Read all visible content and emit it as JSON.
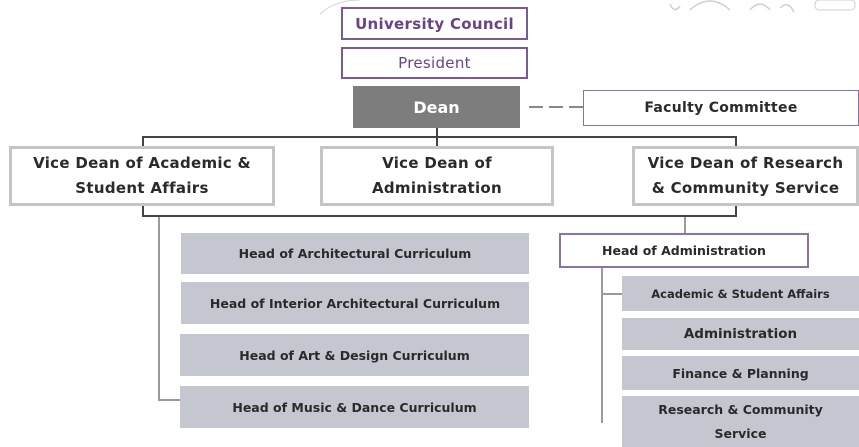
{
  "top_left_mark": "",
  "nodes": {
    "university_council": "University Council",
    "president": "President",
    "dean": "Dean",
    "faculty_committee": "Faculty Committee",
    "vice_dean_academic": [
      "Vice Dean of Academic &",
      "Student Affairs"
    ],
    "vice_dean_admin": [
      "Vice Dean of",
      "Administration"
    ],
    "vice_dean_research": [
      "Vice Dean of Research",
      "& Community Service"
    ],
    "curricula": [
      "Head of Architectural Curriculum",
      "Head of Interior Architectural Curriculum",
      "Head of Art & Design Curriculum",
      "Head of Music & Dance Curriculum"
    ],
    "head_admin": "Head of Administration",
    "admin_units": [
      "Academic & Student Affairs",
      "Administration",
      "Finance & Planning"
    ],
    "research_service": [
      "Research & Community",
      "Service"
    ]
  },
  "colors": {
    "purple": "#7d5a97",
    "dark_grey": "#7d7d7d",
    "light_grey": "#c4c7cf"
  }
}
